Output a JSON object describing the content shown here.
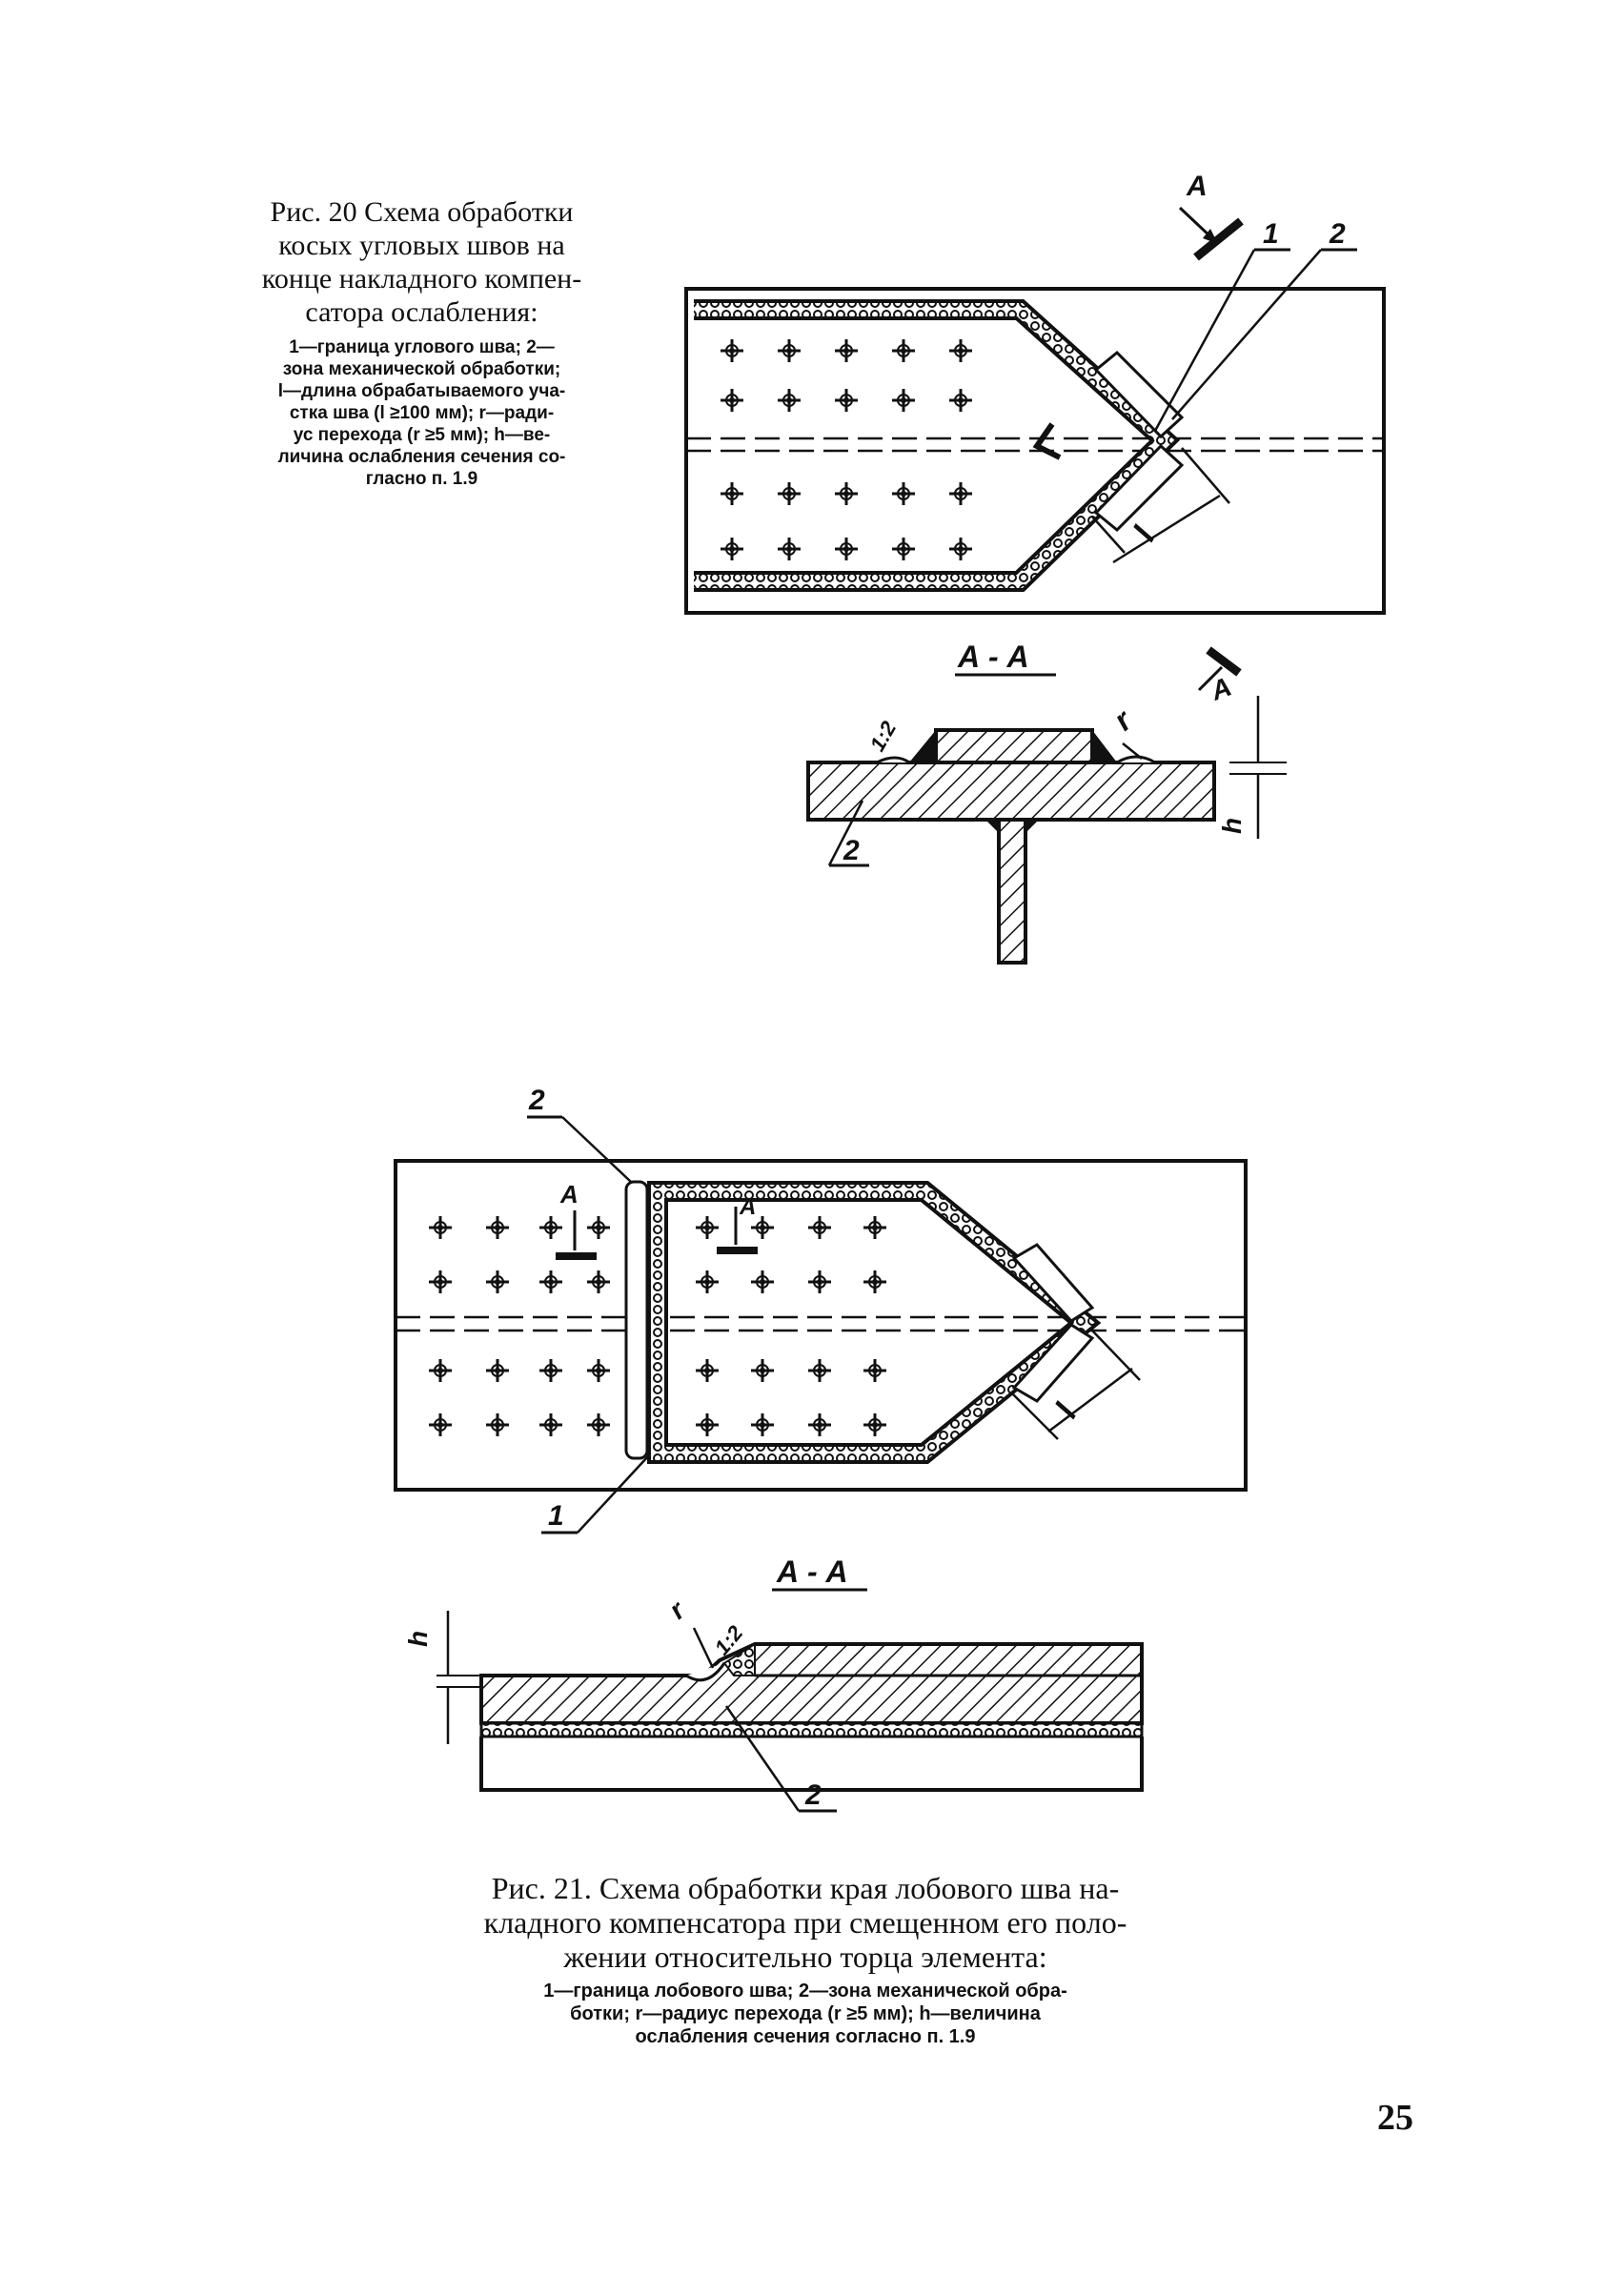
{
  "fig20": {
    "caption_lines": [
      "Рис. 20 Схема обработки",
      "косых угловых швов на",
      "конце накладного компен-",
      "сатора ослабления:"
    ],
    "legend_lines": [
      "1—граница углового шва; 2—",
      "зона механической обработки;",
      "l—длина обрабатываемого уча-",
      "стка шва (l ≥100 мм); r—ради-",
      "ус перехода (r ≥5 мм); h—ве-",
      "личина ослабления сечения со-",
      "гласно п. 1.9"
    ],
    "labels": {
      "section_a": "А",
      "num1": "1",
      "num2": "2",
      "length": "l",
      "section_title": "А - А",
      "slope": "1:2",
      "radius": "r",
      "num2_section": "2",
      "depth": "h"
    }
  },
  "fig21": {
    "caption_lines": [
      "Рис. 21. Схема обработки края лобового шва на-",
      "кладного компенсатора при смещенном его поло-",
      "жении относительно торца элемента:"
    ],
    "legend_lines": [
      "1—граница лобового шва; 2—зона механической обра-",
      "ботки; r—радиус перехода (r ≥5 мм); h—величина",
      "ослабления сечения согласно п. 1.9"
    ],
    "labels": {
      "num2": "2",
      "section_a_left": "А",
      "section_a_right": "А",
      "num1": "1",
      "length": "l",
      "section_title": "А - А",
      "depth": "h",
      "radius": "r",
      "slope": "1:2",
      "num2_section": "2"
    }
  },
  "page_number": "25"
}
